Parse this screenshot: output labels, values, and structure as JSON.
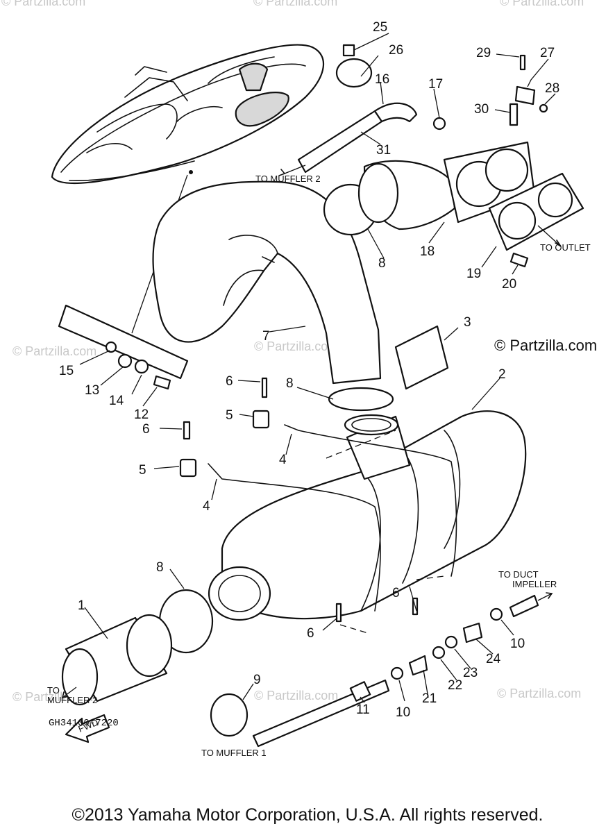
{
  "watermark": "© Partzilla.com",
  "part_numbers": {
    "p1": "1",
    "p2": "2",
    "p3": "3",
    "p4a": "4",
    "p4b": "4",
    "p5a": "5",
    "p5b": "5",
    "p6a": "6",
    "p6b": "6",
    "p6c": "6",
    "p6d": "6",
    "p7": "7",
    "p8a": "8",
    "p8b": "8",
    "p8c": "8",
    "p9": "9",
    "p10a": "10",
    "p10b": "10",
    "p11": "11",
    "p12": "12",
    "p13": "13",
    "p14": "14",
    "p15": "15",
    "p16": "16",
    "p17": "17",
    "p18": "18",
    "p19": "19",
    "p20": "20",
    "p21": "21",
    "p22": "22",
    "p23": "23",
    "p24": "24",
    "p25": "25",
    "p26": "26",
    "p27": "27",
    "p28": "28",
    "p29": "29",
    "p30": "30",
    "p31": "31"
  },
  "notes": {
    "to_muffler_2_top": "TO MUFFLER 2",
    "to_outlet": "TO OUTLET",
    "to_duct": "TO DUCT",
    "impeller": "IMPELLER",
    "to": "TO",
    "muffler_2": "MUFFLER 2",
    "to_muffler_1": "TO MUFFLER 1",
    "fwd": "FWD"
  },
  "diagram_code": "GH34100-7220",
  "copyright": "©2013 Yamaha Motor Corporation, U.S.A. All rights reserved."
}
